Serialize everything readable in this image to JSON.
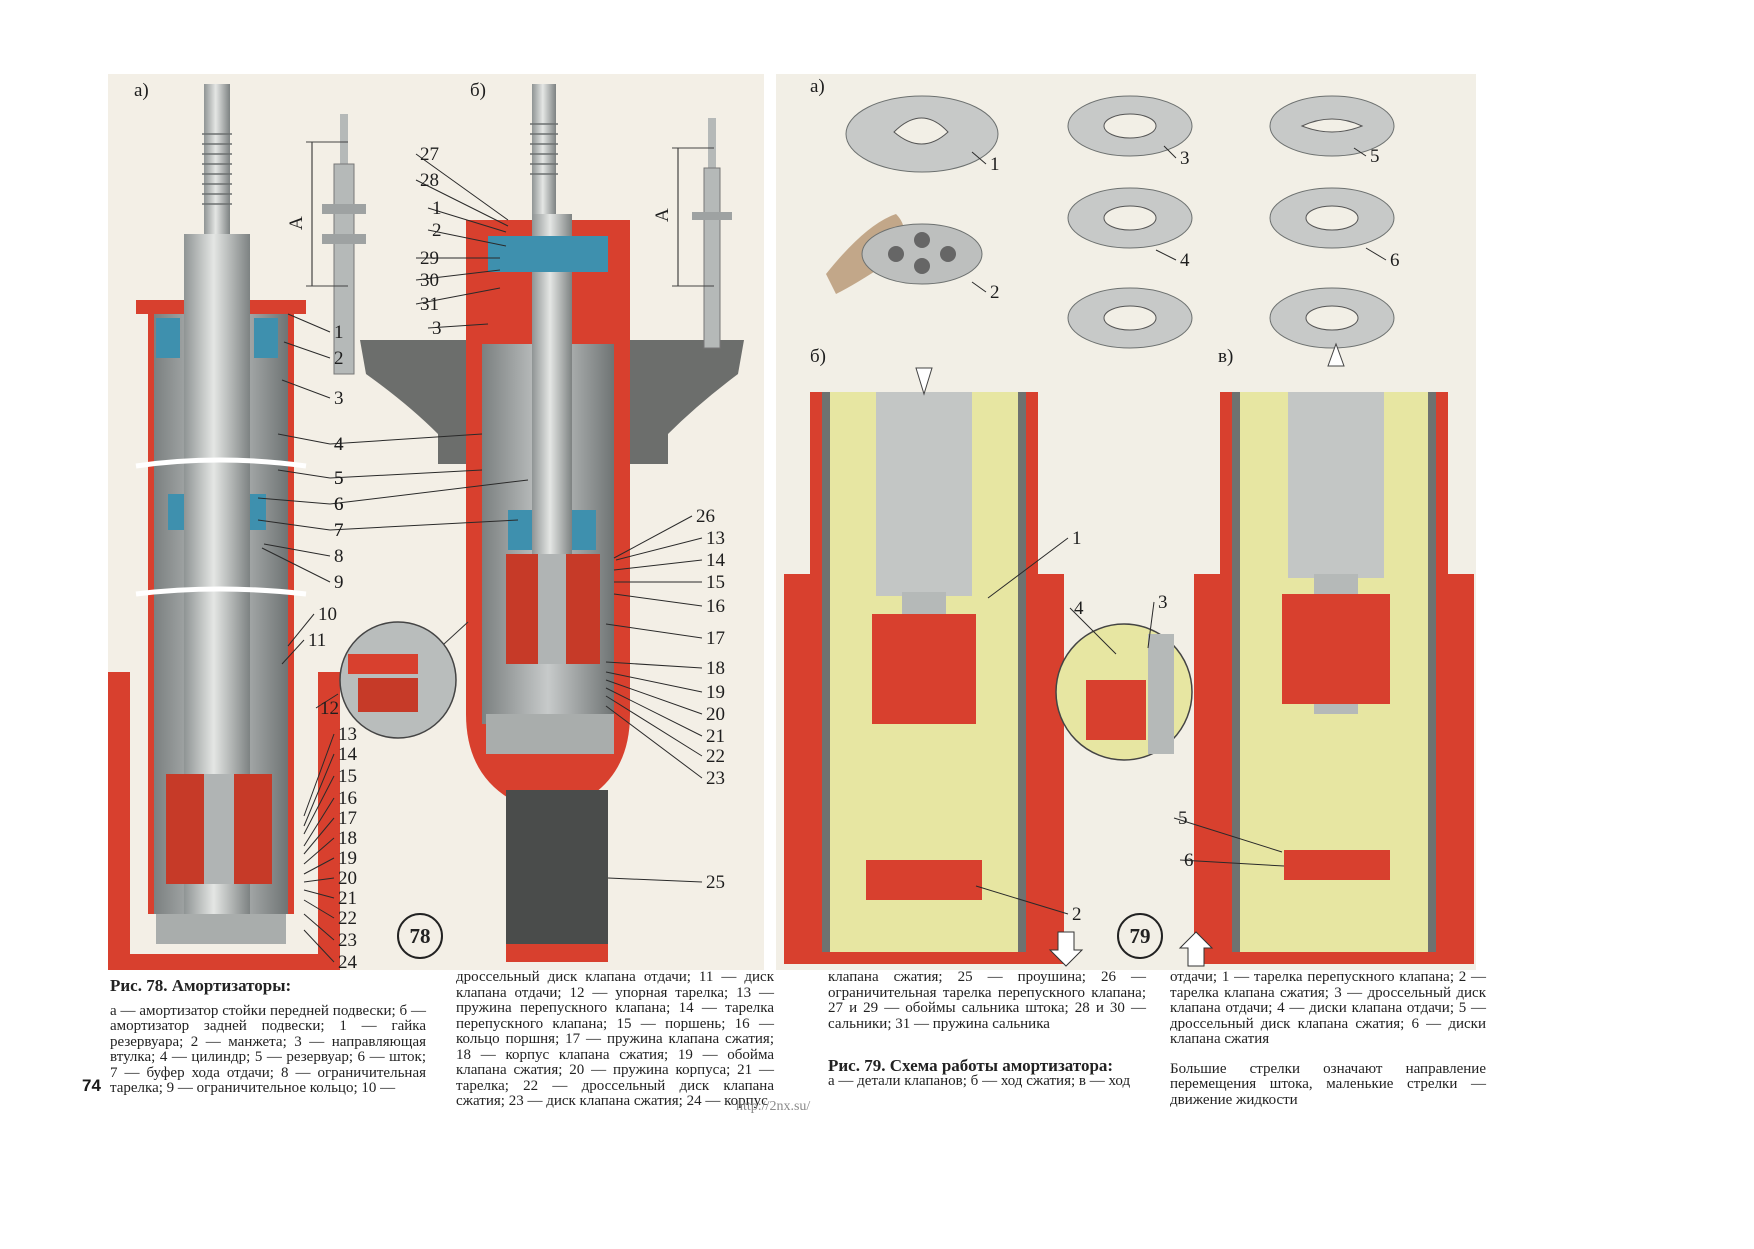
{
  "figure78": {
    "sub_a": "а)",
    "sub_b": "б)",
    "dim_letter_a": "A",
    "dim_letter_b": "A",
    "badge": "78",
    "labels_a": [
      "1",
      "2",
      "3",
      "4",
      "5",
      "6",
      "7",
      "8",
      "9",
      "10",
      "11",
      "12",
      "13",
      "14",
      "15",
      "16",
      "17",
      "18",
      "19",
      "20",
      "21",
      "22",
      "23",
      "24"
    ],
    "labels_b": [
      "27",
      "28",
      "1",
      "2",
      "29",
      "30",
      "31",
      "3",
      "4",
      "5",
      "6",
      "7",
      "26",
      "13",
      "14",
      "15",
      "16",
      "17",
      "18",
      "19",
      "20",
      "21",
      "22",
      "23",
      "25"
    ]
  },
  "figure79": {
    "sub_a": "а)",
    "sub_b": "б)",
    "sub_c": "в)",
    "badge": "79",
    "part_labels": [
      "1",
      "2",
      "3",
      "4",
      "5",
      "6"
    ],
    "labels_b": [
      "1",
      "4",
      "3",
      "2"
    ],
    "labels_c": [
      "5",
      "6"
    ]
  },
  "captions": {
    "fig78_title": "Рис. 78. Амортизаторы:",
    "fig78_col1": "а — амортизатор стойки передней подвески; б — амортизатор задней подвески; 1 — гайка резервуара; 2 — манжета; 3 — направляющая втулка; 4 — цилиндр; 5 — резервуар; 6 — шток; 7 — буфер хода отдачи; 8 — ограничительная тарелка; 9 — ограничительное кольцо; 10 —",
    "fig78_col2": "дроссельный диск клапана отдачи; 11 — диск клапана отдачи; 12 — упорная тарелка; 13 — пружина перепускного клапана; 14 — тарелка перепускного клапана; 15 — поршень; 16 — кольцо поршня; 17 — пружина клапана сжатия; 18 — корпус клапана сжатия; 19 — обойма клапана сжатия; 20 — пружина корпуса; 21 — тарелка; 22 — дроссельный диск клапана сжатия; 23 — диск клапана сжатия; 24 — корпус",
    "fig78_col3": "клапана сжатия; 25 — проушина; 26 — ограничительная тарелка перепускного клапана; 27 и 29 — обоймы сальника штока; 28 и 30 — сальники; 31 — пружина сальника",
    "fig79_title": "Рис. 79. Схема работы амортизатора:",
    "fig79_col3": "а — детали клапанов; б — ход сжатия; в — ход",
    "fig79_col4": "отдачи; 1 — тарелка перепускного клапана; 2 — тарелка клапана сжатия; 3 — дроссельный диск клапана отдачи; 4 — диски клапана отдачи; 5 — дроссельный диск клапана сжатия; 6 — диски клапана сжатия",
    "fig79_note": "Большие стрелки означают направление перемещения штока, маленькие стрелки — движение жидкости"
  },
  "page_number": "74",
  "source_url": "http://2nx.su/",
  "colors": {
    "body_red": "#d8402e",
    "fluid": "#e7e6a2",
    "steel": "#b9bcbc",
    "paper": "#f4f1ea",
    "blue": "#3e90ae"
  }
}
